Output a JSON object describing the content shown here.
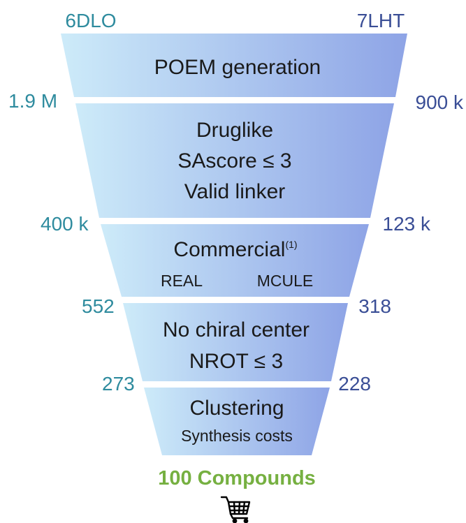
{
  "targets": {
    "left": "6DLO",
    "right": "7LHT"
  },
  "stages": [
    {
      "lines": [
        "POEM generation"
      ]
    },
    {
      "lines": [
        "Druglike",
        "SAscore ≤ 3",
        "Valid linker"
      ]
    },
    {
      "title": "Commercial",
      "superscript": "(1)",
      "sublabels": [
        "REAL",
        "MCULE"
      ]
    },
    {
      "lines": [
        "No chiral center",
        "NROT ≤ 3"
      ]
    },
    {
      "title": "Clustering",
      "subtitle": "Synthesis costs"
    }
  ],
  "counts": [
    {
      "left": "1.9 M",
      "right": "900 k"
    },
    {
      "left": "400 k",
      "right": "123 k"
    },
    {
      "left": "552",
      "right": "318"
    },
    {
      "left": "273",
      "right": "228"
    }
  ],
  "result": "100 Compounds",
  "icon": "shopping-cart-icon",
  "colors": {
    "gradient_left": "#cdebf9",
    "gradient_right": "#8ea4e6",
    "left_counts": "#2e8b9e",
    "right_counts": "#3a4e96",
    "result": "#76b041"
  }
}
